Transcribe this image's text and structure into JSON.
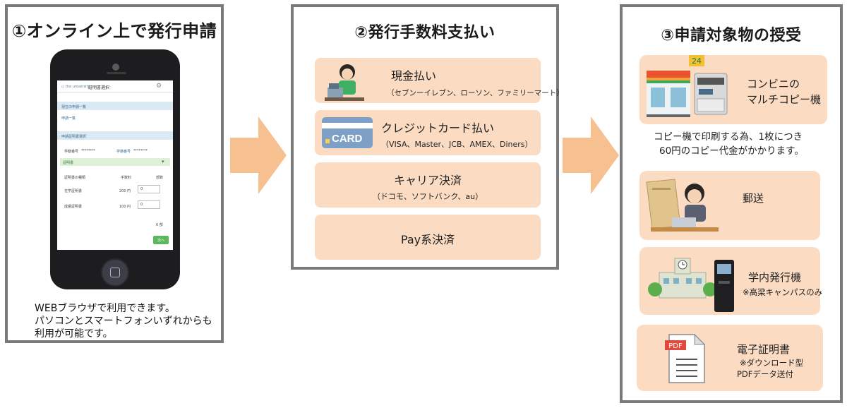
{
  "panel1": {
    "title": "①オンライン上で発行申請",
    "screen": {
      "header_logo": "○ the university",
      "header_title": "証明書選択",
      "section1": "現在の申請一覧",
      "link1": "申請一覧",
      "section2": "申請証明書選択",
      "label_gakuseki": "学籍番号",
      "value_gakuseki": "********",
      "label_gakusei": "学籍番号",
      "value_gakusei": "********",
      "select_value": "証明書",
      "col_type": "証明書の種類",
      "col_fee": "手数料",
      "col_qty": "部数",
      "row1_name": "在学証明書",
      "row1_fee": "200 円",
      "row1_qty": "0",
      "row2_name": "成績証明書",
      "row2_fee": "100 円",
      "row2_qty": "0",
      "total": "0 部",
      "next_button": "次へ"
    },
    "note_lines": [
      "WEBブラウザで利用できます。",
      "パソコンとスマートフォンいずれからも",
      "利用が可能です。"
    ]
  },
  "panel2": {
    "title": "②発行手数料支払い",
    "items": [
      {
        "label": "現金払い",
        "sub": "（セブンーイレブン、ローソン、ファミリーマート）"
      },
      {
        "label": "クレジットカード払い",
        "sub": "（VISA、Master、JCB、AMEX、Diners）",
        "card_text": "CARD"
      },
      {
        "label": "キャリア決済",
        "sub": "（ドコモ、ソフトバンク、au）"
      },
      {
        "label": "Pay系決済",
        "sub": ""
      }
    ]
  },
  "panel3": {
    "title": "③申請対象物の授受",
    "items": [
      {
        "label_line1": "コンビニの",
        "label_line2": "マルチコピー機",
        "store_number": "24"
      },
      {
        "label_line1": "郵送"
      },
      {
        "label_line1": "学内発行機",
        "sub": "※高梁キャンパスのみ"
      },
      {
        "label_line1": "電子証明書",
        "sub": "※ダウンロード型",
        "sub2": "PDFデータ送付",
        "pdf_badge": "PDF"
      }
    ],
    "conv_note_lines": [
      "コピー機で印刷する為、1枚につき",
      "60円のコピー代金がかかります。"
    ]
  },
  "colors": {
    "panel_border": "#7a7a7a",
    "item_fill": "#fbdcc3",
    "arrow": "#f7c090",
    "phone_body": "#1d1d1f",
    "screen_header": "#dbe9f2",
    "select_green": "#dff0d8",
    "button_green": "#5cb85c"
  }
}
